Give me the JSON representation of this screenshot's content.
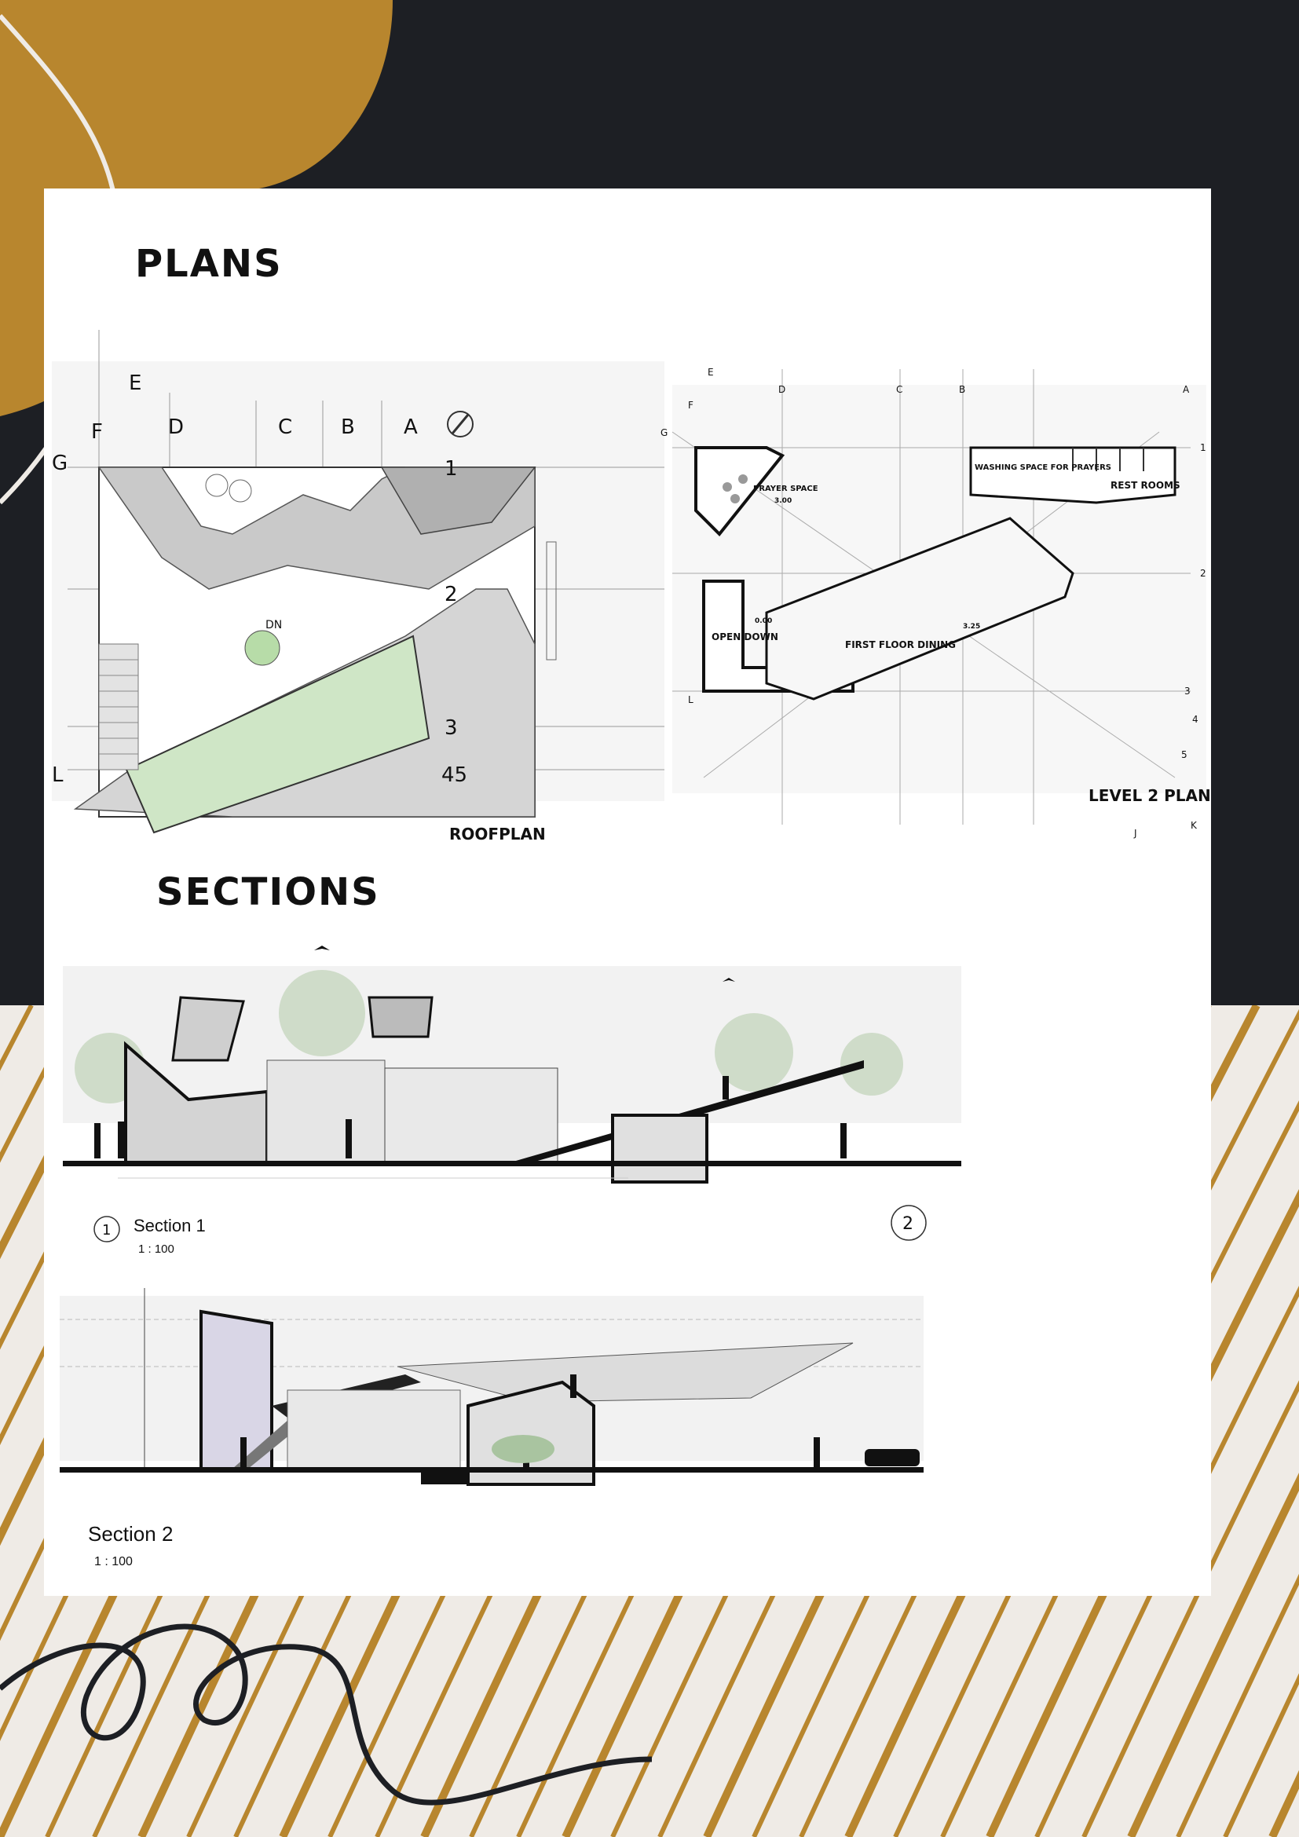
{
  "headings": {
    "plans": "PLANS",
    "sections": "SECTIONS"
  },
  "roof_plan": {
    "label": "ROOFPLAN",
    "grid": [
      "E",
      "F",
      "G",
      "D",
      "C",
      "B",
      "A",
      "1",
      "2",
      "3",
      "45",
      "L"
    ],
    "annotations": [
      "DN"
    ]
  },
  "level2_plan": {
    "label": "LEVEL 2 PLAN",
    "rooms": {
      "prayer": "PRAYER SPACE",
      "washing": "WASHING SPACE FOR PRAYERS",
      "rest": "REST ROOMS",
      "open": "OPEN DOWN",
      "dining": "FIRST FLOOR DINING"
    },
    "levels": [
      "0.00",
      "3.00",
      "3.25"
    ],
    "grid": [
      "E",
      "D",
      "C",
      "B",
      "A",
      "F",
      "G",
      "1",
      "2",
      "3",
      "4",
      "5",
      "L",
      "J",
      "K"
    ]
  },
  "section1": {
    "title": "Section 1",
    "scale": "1 : 100",
    "marker": "1",
    "marker2": "2"
  },
  "section2": {
    "title": "Section 2",
    "scale": "1 : 100"
  },
  "colors": {
    "dark": "#1d1f24",
    "ochre": "#b8862e",
    "cream": "#efebe6",
    "green": "#cfe6c6"
  }
}
